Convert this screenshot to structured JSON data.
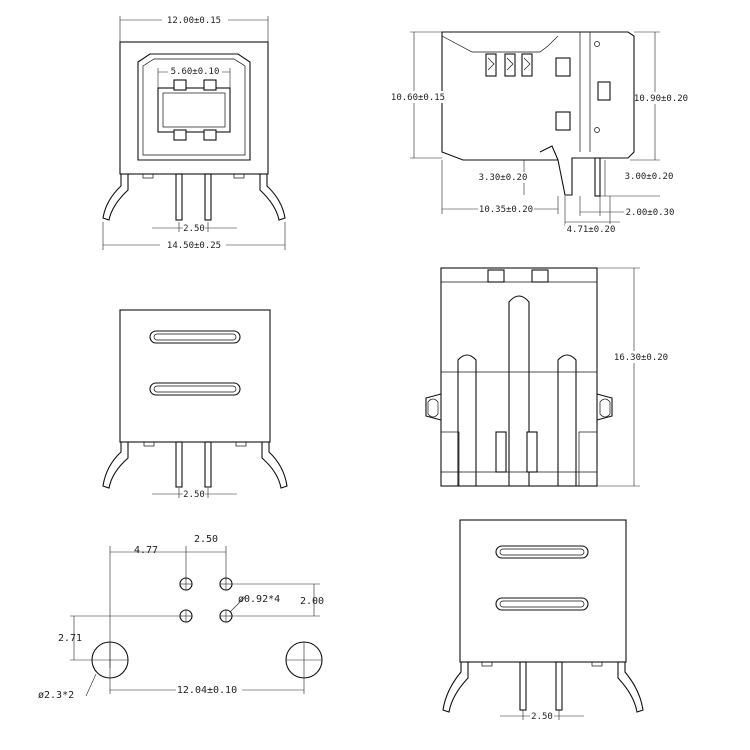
{
  "views": {
    "front_top": {
      "width": "12.00±0.15",
      "port_width": "5.60±0.10",
      "pin_pitch": "2.50",
      "overall_width": "14.50±0.25"
    },
    "side": {
      "body_height": "10.60±0.15",
      "total_height": "10.90±0.20",
      "pin_offset": "3.30±0.20",
      "pin_length": "3.00±0.20",
      "body_depth": "10.35±0.20",
      "pin_spacing": "2.00±0.30",
      "tab_width": "4.71±0.20"
    },
    "back": {
      "pin_pitch": "2.50"
    },
    "top": {
      "length": "16.30±0.20"
    },
    "pcb_layout": {
      "offset_x": "4.77",
      "pitch_x": "2.50",
      "hole_diameter": "ø0.92*4",
      "pitch_y": "2.00",
      "offset_y": "2.71",
      "mount_hole": "ø2.3*2",
      "mount_spacing": "12.04±0.10"
    },
    "back_bottom": {
      "pin_pitch": "2.50"
    }
  }
}
